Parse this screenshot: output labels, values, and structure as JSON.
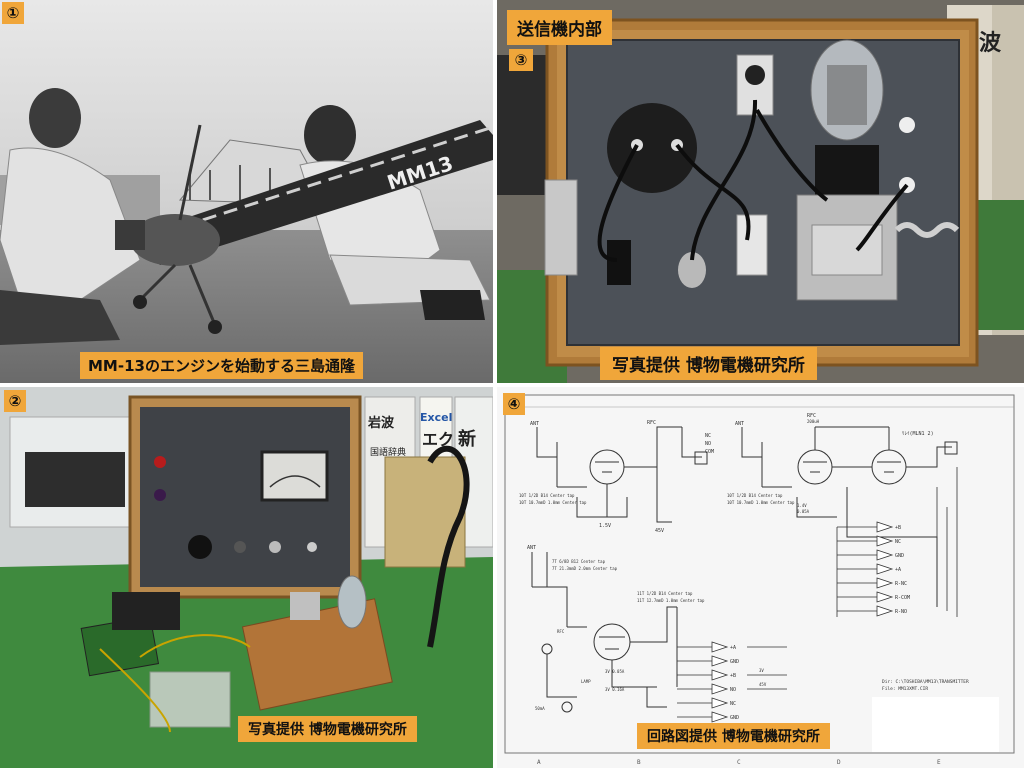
{
  "panels": [
    {
      "number": "①",
      "caption": "MM-13のエンジンを始動する三島通隆"
    },
    {
      "number": "②",
      "caption": "写真提供 博物電機研究所"
    },
    {
      "number": "③",
      "title": "送信機内部",
      "caption": "写真提供 博物電機研究所"
    },
    {
      "number": "④",
      "caption": "回路図提供 博物電機研究所"
    }
  ],
  "aircraft_marking": "MM13",
  "book_spines": [
    "岩波",
    "国語辞典",
    "Excel",
    "エク",
    "新"
  ],
  "schematic": {
    "top_block_labels": [
      "ANT",
      "RFC",
      "NC",
      "NO",
      "COM",
      "10T 1/2D B14 Center tap",
      "10T 10.7mmD 1.0mm Center tap",
      "1.5V",
      "45V",
      "10T 1/2D B14 Center tap",
      "10T 10.7mmD 1.0mm Center tap",
      "1.4V",
      "0.05A",
      "RFC",
      "200uH",
      "ﾘﾚｲ(MLN1 2)"
    ],
    "terminal_labels_right": [
      "+B",
      "NC",
      "GND",
      "+A",
      "R-NC",
      "R-COM",
      "R-NO"
    ],
    "terminal_labels_bottom": [
      "+A",
      "GND",
      "+B",
      "NO",
      "NC",
      "GND"
    ],
    "bottom_block_labels": [
      "7T 6/8D B12 Center tap",
      "7T 21.3mmD 2.0mm Center tap",
      "11T 1/2D B14 Center tap",
      "11T 12.7mmD 1.0mm Center tap",
      "RFC",
      "3V 0.05A",
      "3V 0.16A",
      "LAMP",
      "50mA",
      "ANT",
      "3V",
      "45V"
    ],
    "file_info": [
      "Dir: C:\\TOSHIBA\\MM13\\TRANSMITTER",
      "File: MM13XMT.CIR"
    ],
    "grid_letters": [
      "A",
      "B",
      "C",
      "D",
      "E"
    ]
  }
}
